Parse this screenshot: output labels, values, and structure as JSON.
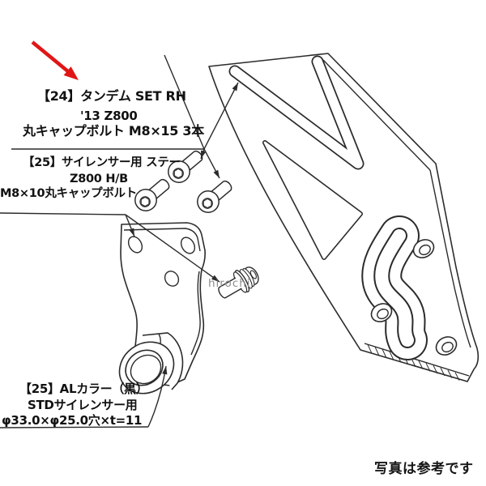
{
  "diagram": {
    "callout_24_tandem": {
      "line1": "【24】タンデム SET RH",
      "line2": "'13 Z800",
      "line3": "丸キャップボルト M8×15 3本"
    },
    "callout_25_stay": {
      "line1": "【25】サイレンサー用 ステー",
      "line2": "Z800 H/B",
      "line3": "M8×10丸キャップボルト"
    },
    "callout_25_collar": {
      "line1": "【25】ALカラー（黒）",
      "line2": "STDサイレンサー用",
      "line3": "φ33.0×φ25.0穴×t=11"
    },
    "watermark": "hirochi",
    "footer_note": "写真は参考です",
    "icons": {
      "red_arrow": "red-arrow-pointer"
    },
    "colors": {
      "line": "#2b2b2b",
      "text": "#111111",
      "arrow_red": "#e01616",
      "watermark": "#8c8c8c",
      "background": "#ffffff"
    }
  }
}
